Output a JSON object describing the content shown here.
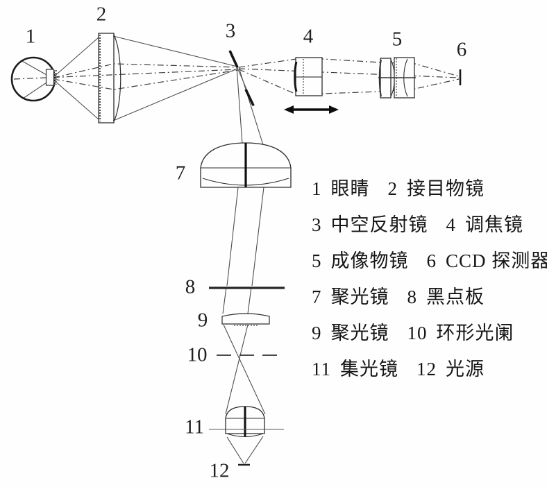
{
  "page": {
    "background": "#fefefe",
    "ink": "#1f1f1f",
    "ray_color": "#4d4d4d"
  },
  "diagram": {
    "type": "optical-system-schematic",
    "component_count": 12,
    "focus_arrow": "double-headed-horizontal"
  },
  "legend": {
    "entries": [
      {
        "num": "1",
        "label": "眼睛"
      },
      {
        "num": "2",
        "label": "接目物镜"
      },
      {
        "num": "3",
        "label": "中空反射镜"
      },
      {
        "num": "4",
        "label": "调焦镜"
      },
      {
        "num": "5",
        "label": "成像物镜"
      },
      {
        "num": "6",
        "label": "CCD 探测器"
      },
      {
        "num": "7",
        "label": "聚光镜"
      },
      {
        "num": "8",
        "label": "黑点板"
      },
      {
        "num": "9",
        "label": "聚光镜"
      },
      {
        "num": "10",
        "label": "环形光阑"
      },
      {
        "num": "11",
        "label": "集光镜"
      },
      {
        "num": "12",
        "label": "光源"
      }
    ]
  }
}
